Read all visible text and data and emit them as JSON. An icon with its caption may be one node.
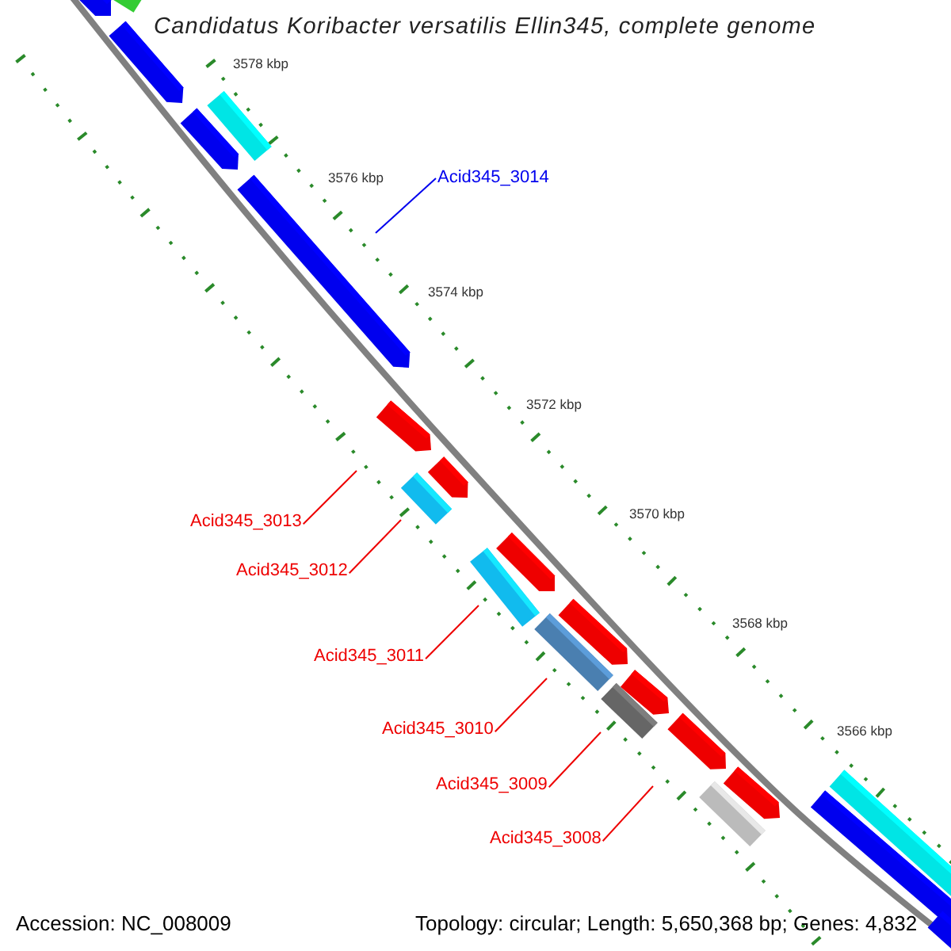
{
  "diagram": {
    "title": "Candidatus Koribacter versatilis Ellin345, complete genome",
    "nodes": [
      {
        "text": [
          "Acid345_3014"
        ]
      },
      {
        "text": [
          "Acid345_3013"
        ]
      },
      {
        "text": [
          "Acid345_3012"
        ]
      },
      {
        "text": [
          "Acid345_3011"
        ]
      },
      {
        "text": [
          "Acid345_3010"
        ]
      },
      {
        "text": [
          "Acid345_3009"
        ]
      },
      {
        "text": [
          "Acid345_3008"
        ]
      }
    ],
    "edges": [
      {
        "from": 0,
        "to": null,
        "arrow": "none",
        "color": "#0000ee"
      },
      {
        "from": 1,
        "to": null,
        "arrow": "none"
      },
      {
        "from": 2,
        "to": null,
        "arrow": "none"
      },
      {
        "from": 3,
        "to": null,
        "arrow": "none"
      },
      {
        "from": 4,
        "to": null,
        "arrow": "none"
      },
      {
        "from": 5,
        "to": null,
        "arrow": "none"
      },
      {
        "from": 6,
        "to": null,
        "arrow": "none"
      }
    ],
    "labels": [
      "3578 kbp",
      "3576 kbp",
      "3574 kbp",
      "3572 kbp",
      "3570 kbp",
      "3568 kbp",
      "3566 kbp",
      "Accession: NC_008009",
      "Topology: circular; Length: 5,650,368 bp; Genes: 4,832"
    ]
  }
}
